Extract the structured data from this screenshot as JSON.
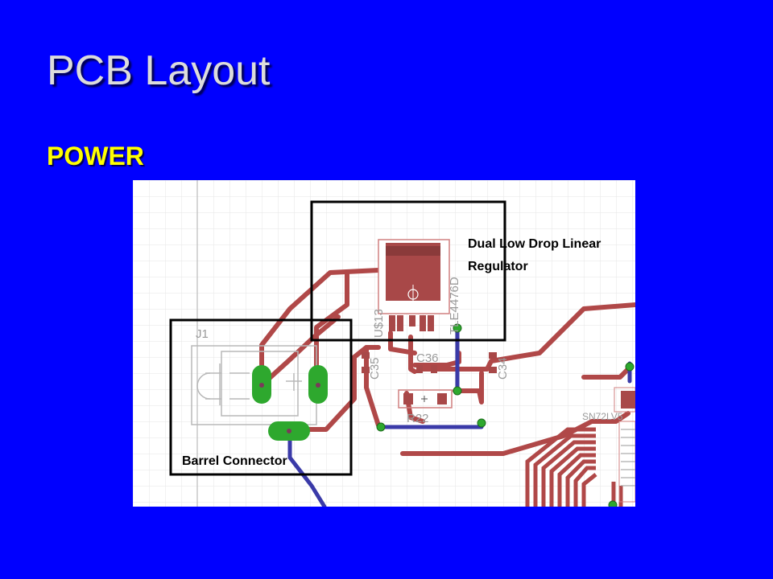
{
  "slide": {
    "title": "PCB Layout",
    "subtitle": "POWER"
  },
  "board": {
    "annotations": {
      "regulator_line1": "Dual Low Drop Linear",
      "regulator_line2": "Regulator",
      "barrel": "Barrel Connector"
    },
    "silkscreen": {
      "j1": "J1",
      "u13": "U$13",
      "part": "TLE4476D",
      "c35": "C35",
      "c36": "C36",
      "c34": "C34",
      "r22": "R22",
      "sn": "SN72LV5"
    },
    "colors": {
      "background": "#0000ff",
      "title": "#dcdcdc",
      "subtitle": "#ffff00",
      "trace_top": "#b04848",
      "trace_bottom": "#3a3aa8",
      "pad": "#2ea82e"
    }
  }
}
